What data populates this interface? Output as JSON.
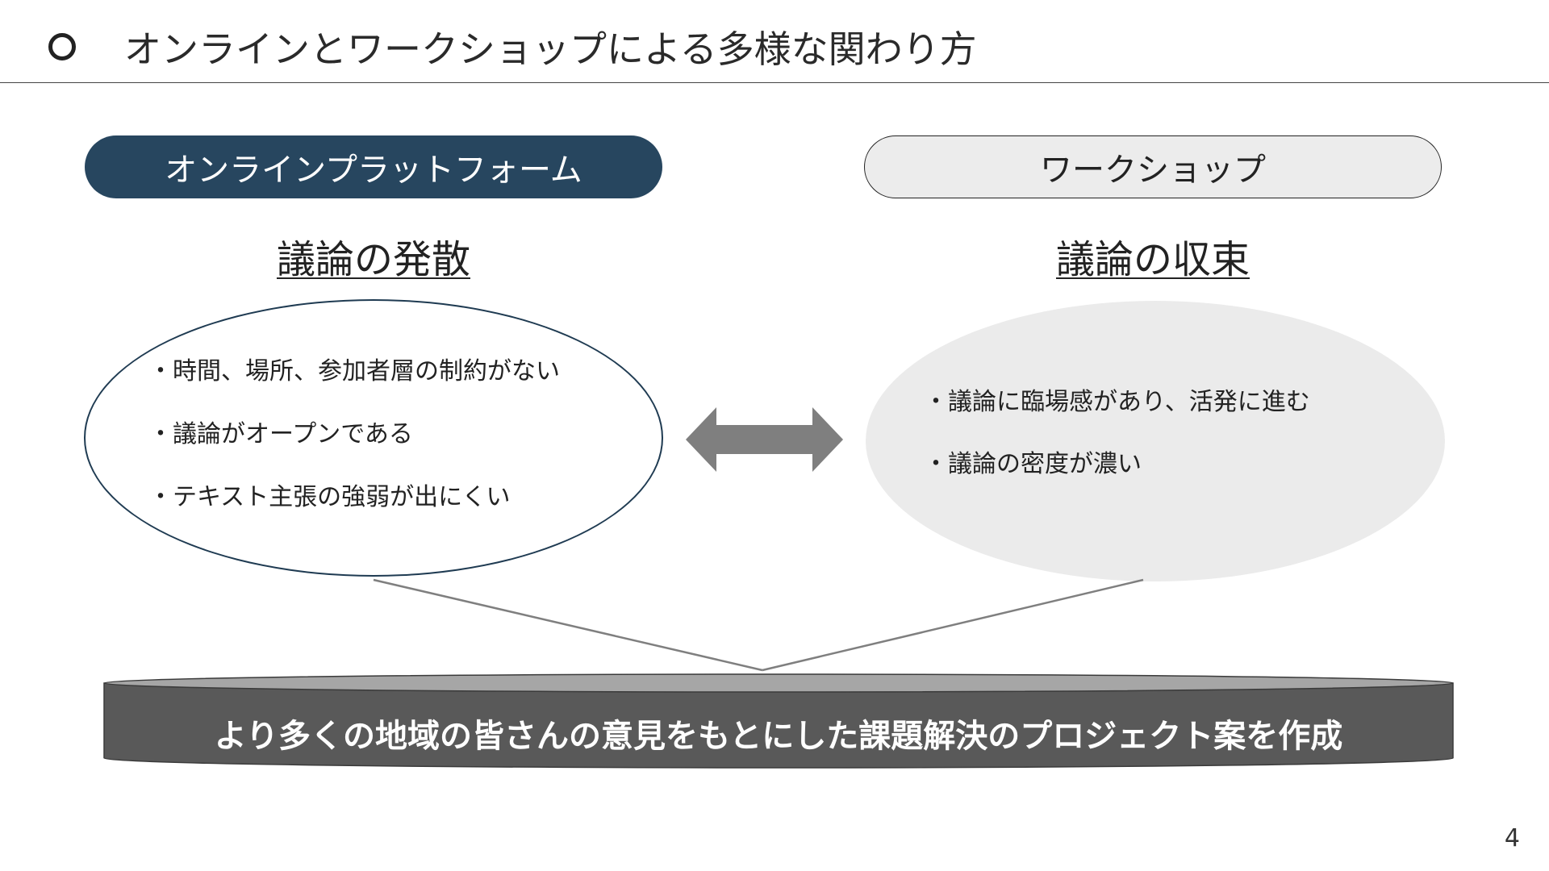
{
  "slide": {
    "title": "オンラインとワークショップによる多様な関わり方",
    "page_number": "4"
  },
  "left": {
    "pill_label": "オンラインプラットフォーム",
    "heading": "議論の発散",
    "bullets": [
      "・時間、場所、参加者層の制約がない",
      "・議論がオープンである",
      "・テキスト主張の強弱が出にくい"
    ]
  },
  "right": {
    "pill_label": "ワークショップ",
    "heading": "議論の収束",
    "bullets": [
      "・議論に臨場感があり、活発に進む",
      "・議論の密度が濃い"
    ]
  },
  "conclusion": {
    "text": "より多くの地域の皆さんの意見をもとにした課題解決のプロジェクト案を作成"
  },
  "colors": {
    "online_pill": "#27465f",
    "workshop_pill": "#ececec",
    "arrow": "#7f7f7f",
    "cylinder_body": "#595959",
    "cylinder_top": "#a6a6a6"
  },
  "icons": {
    "title_marker": "circle-outline-icon",
    "comparison_arrow": "double-arrow-icon"
  }
}
